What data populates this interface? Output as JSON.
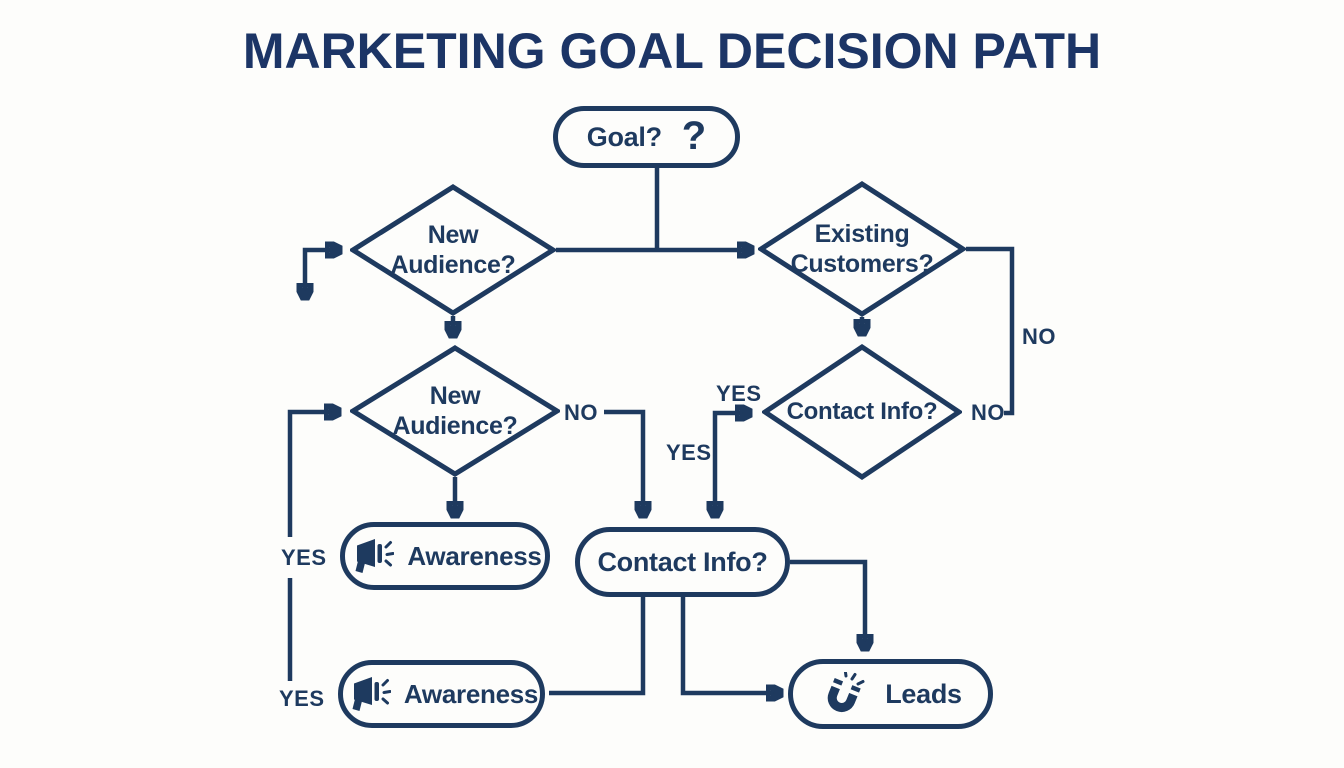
{
  "title": "MARKETING GOAL DECISION PATH",
  "colors": {
    "navy": "#1e3a5f",
    "title_navy": "#1c3566",
    "background": "#fdfdfb"
  },
  "nodes": {
    "goal": {
      "label": "Goal?",
      "icon_glyph": "?",
      "shape": "rounded"
    },
    "new_audience_top": {
      "label": "New\nAudience?",
      "shape": "diamond"
    },
    "existing_customers": {
      "label": "Existing\nCustomers?",
      "shape": "diamond"
    },
    "new_audience_mid": {
      "label": "New\nAudience?",
      "shape": "diamond"
    },
    "contact_info_decision": {
      "label": "Contact Info?",
      "shape": "diamond"
    },
    "awareness_top": {
      "label": "Awareness",
      "icon": "megaphone",
      "shape": "rounded"
    },
    "contact_info_question": {
      "label": "Contact Info?",
      "shape": "rounded"
    },
    "awareness_bottom": {
      "label": "Awareness",
      "icon": "megaphone",
      "shape": "rounded"
    },
    "leads": {
      "label": "Leads",
      "icon": "magnet",
      "shape": "rounded"
    }
  },
  "edge_labels": {
    "no_right_rail": "NO",
    "no_contact_decision": "NO",
    "no_new_audience_mid": "NO",
    "yes_to_contact_decision": "YES",
    "yes_to_contact_question": "YES",
    "yes_left_upper": "YES",
    "yes_left_lower": "YES"
  }
}
